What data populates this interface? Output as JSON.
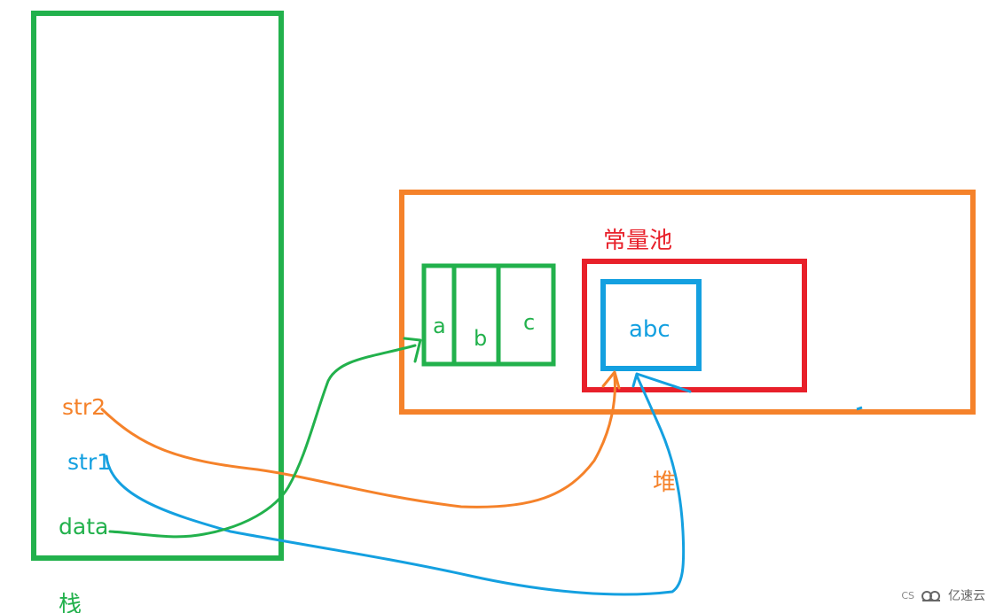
{
  "colors": {
    "green": "#22b14c",
    "orange": "#f5822a",
    "red": "#e8202a",
    "blue": "#14a0e0"
  },
  "stack": {
    "label": "栈",
    "vars": {
      "str2": "str2",
      "str1": "str1",
      "data": "data"
    }
  },
  "heap": {
    "label": "堆",
    "array_cells": [
      "a",
      "b",
      "c"
    ],
    "constant_pool": {
      "label": "常量池",
      "string_value": "abc"
    }
  },
  "watermark": {
    "prefix": "CS",
    "text": "亿速云"
  }
}
